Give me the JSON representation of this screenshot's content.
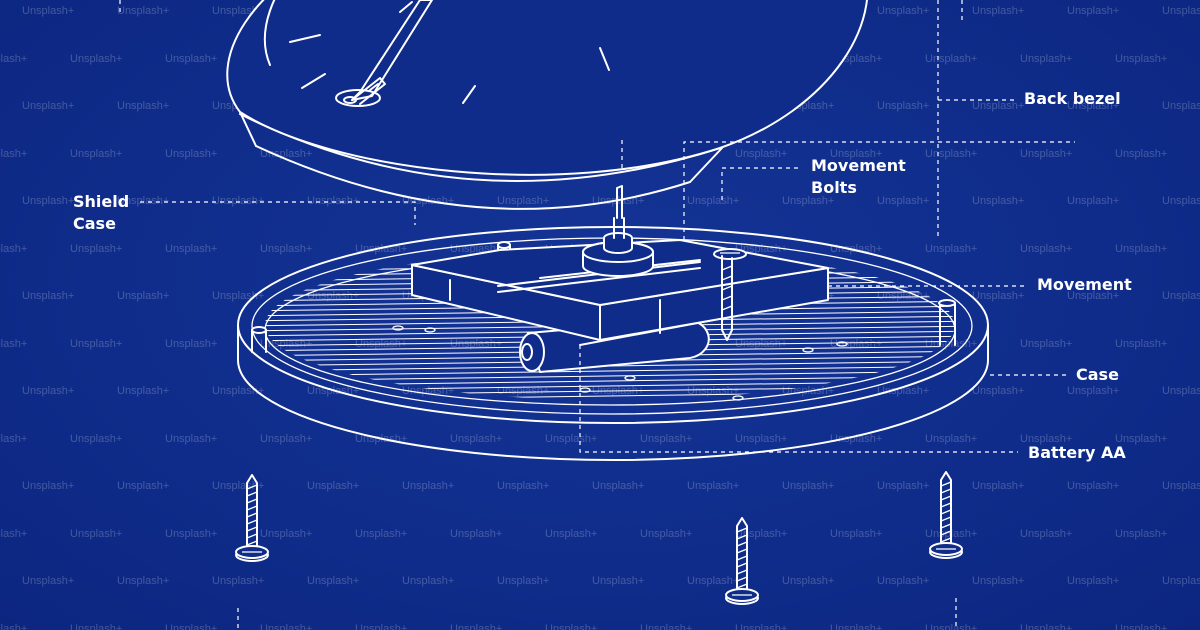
{
  "watermark": {
    "text": "Unsplash+"
  },
  "labels": {
    "back_bezel": "Back bezel",
    "movement_bolts_line1": "Movement",
    "movement_bolts_line2": "Bolts",
    "shield_case_line1": "Shield",
    "shield_case_line2": "Case",
    "movement": "Movement",
    "case": "Case",
    "battery": "Battery AA"
  },
  "colors": {
    "background": "#0f2c8a",
    "line": "#ffffff"
  }
}
